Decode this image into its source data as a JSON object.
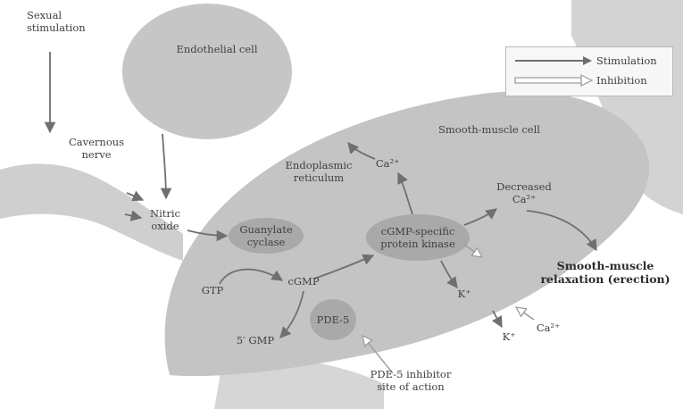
{
  "labels": {
    "sexual_stimulation": "Sexual\nstimulation",
    "endothelial_cell": "Endothelial cell",
    "cavernous_nerve": "Cavernous\nnerve",
    "smooth_muscle_cell": "Smooth-muscle cell",
    "endoplasmic_reticulum": "Endoplasmic\nreticulum",
    "ca_top": "Ca²⁺",
    "nitric_oxide": "Nitric\noxide",
    "guanylate_cyclase": "Guanylate\ncyclase",
    "cgmp_kinase": "cGMP-specific\nprotein kinase",
    "decreased_ca": "Decreased\nCa²⁺",
    "relaxation": "Smooth-muscle\nrelaxation (erection)",
    "gtp": "GTP",
    "cgmp": "cGMP",
    "k_inner": "K⁺",
    "pde5": "PDE-5",
    "five_gmp": "5′ GMP",
    "k_outer": "K⁺",
    "ca_outer": "Ca²⁺",
    "inhibitor_site": "PDE-5 inhibitor\nsite of action"
  },
  "legend": {
    "stimulation": "Stimulation",
    "inhibition": "Inhibition"
  },
  "colors": {
    "cell_fill": "#c9c9c9",
    "cell_dark": "#b4b4b4",
    "enzyme_fill": "#a9a9a9",
    "arrow": "#6f6f6f",
    "inhibition_arrow": "#9a9a9a"
  }
}
